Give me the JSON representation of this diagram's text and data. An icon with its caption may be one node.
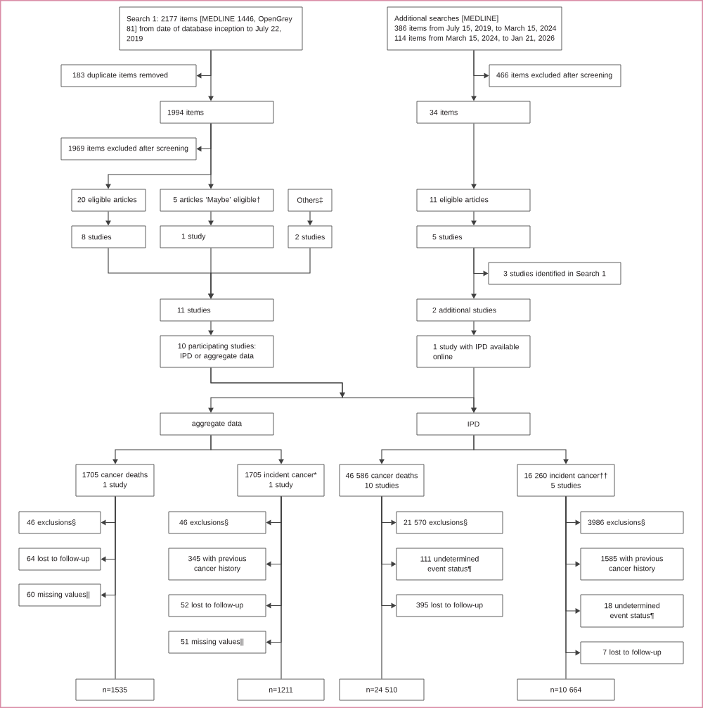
{
  "diagram": {
    "nodes": [
      {
        "text": [
          "Search 1: 2177 items [MEDLINE 1446, OpenGrey 81] from date of database inception to July 22, 2019"
        ]
      },
      {
        "text": [
          "Additional searches [MEDLINE]",
          "386 items from July 15, 2019, to March 15, 2024",
          "114 items from March 15, 2024, to Jan 21, 2026"
        ]
      },
      {
        "text": [
          "183 duplicate items removed"
        ]
      },
      {
        "text": [
          "1994 items"
        ]
      },
      {
        "text": [
          "1969 items excluded after screening"
        ]
      },
      {
        "text": [
          "20 eligible articles"
        ]
      },
      {
        "text": [
          "5 articles ‘Maybe’ eligible†"
        ]
      },
      {
        "text": [
          "Others‡"
        ]
      },
      {
        "text": [
          "8 studies"
        ]
      },
      {
        "text": [
          "1 study"
        ]
      },
      {
        "text": [
          "2 studies"
        ]
      },
      {
        "text": [
          "11 studies"
        ]
      },
      {
        "text": [
          "10 participating studies: IPD or aggregate data"
        ]
      },
      {
        "text": [
          "466 items excluded after screening"
        ]
      },
      {
        "text": [
          "34 items"
        ]
      },
      {
        "text": [
          "11 eligible articles"
        ]
      },
      {
        "text": [
          "5 studies"
        ]
      },
      {
        "text": [
          "3 studies identified in Search 1"
        ]
      },
      {
        "text": [
          "2 additional studies"
        ]
      },
      {
        "text": [
          "1 study with IPD available online"
        ]
      },
      {
        "text": [
          "aggregate data"
        ]
      },
      {
        "text": [
          "IPD"
        ]
      },
      {
        "text": [
          "1705 cancer deaths",
          "1 study"
        ]
      },
      {
        "text": [
          "1705 incident cancer*",
          "1 study"
        ]
      },
      {
        "text": [
          "46 586 cancer deaths",
          "10 studies"
        ]
      },
      {
        "text": [
          "16 260 incident cancer††",
          "5 studies"
        ]
      },
      {
        "text": [
          "46 exclusions§"
        ]
      },
      {
        "text": [
          "64 lost to follow-up"
        ]
      },
      {
        "text": [
          "60 missing values||"
        ]
      },
      {
        "text": [
          "46 exclusions§"
        ]
      },
      {
        "text": [
          "345 with previous cancer history"
        ]
      },
      {
        "text": [
          "52 lost to follow-up"
        ]
      },
      {
        "text": [
          "51 missing values||"
        ]
      },
      {
        "text": [
          "21 570 exclusions§"
        ]
      },
      {
        "text": [
          "111 undetermined event status¶"
        ]
      },
      {
        "text": [
          "395 lost to follow-up"
        ]
      },
      {
        "text": [
          "3986 exclusions§"
        ]
      },
      {
        "text": [
          "1585 with previous cancer history"
        ]
      },
      {
        "text": [
          "18 undetermined event status¶"
        ]
      },
      {
        "text": [
          "7 lost to follow-up"
        ]
      },
      {
        "text": [
          "n=1535"
        ]
      },
      {
        "text": [
          "n=1211"
        ]
      },
      {
        "text": [
          "n=24 510"
        ]
      },
      {
        "text": [
          "n=10 664"
        ]
      }
    ],
    "edges": [
      {
        "from": 0,
        "to": 2,
        "arrow": "to"
      },
      {
        "from": 0,
        "to": 3,
        "arrow": "to"
      },
      {
        "from": 1,
        "to": 13,
        "arrow": "to"
      },
      {
        "from": 1,
        "to": 14,
        "arrow": "to"
      },
      {
        "from": 3,
        "to": 4,
        "arrow": "to"
      },
      {
        "from": 3,
        "to": 5,
        "arrow": "to"
      },
      {
        "from": 3,
        "to": 6,
        "arrow": "to"
      },
      {
        "from": 14,
        "to": 15,
        "arrow": "to"
      },
      {
        "from": 5,
        "to": 8,
        "arrow": "to"
      },
      {
        "from": 6,
        "to": 9,
        "arrow": "to"
      },
      {
        "from": 7,
        "to": 10,
        "arrow": "to"
      },
      {
        "from": 15,
        "to": 16,
        "arrow": "to"
      },
      {
        "from": 8,
        "to": 11,
        "arrow": "to"
      },
      {
        "from": 9,
        "to": 11,
        "arrow": "to"
      },
      {
        "from": 10,
        "to": 11,
        "arrow": "to"
      },
      {
        "from": 16,
        "to": 17,
        "arrow": "to"
      },
      {
        "from": 16,
        "to": 18,
        "arrow": "to"
      },
      {
        "from": 11,
        "to": 12,
        "arrow": "to"
      },
      {
        "from": 18,
        "to": 19,
        "arrow": "to"
      },
      {
        "from": 12,
        "to": 20,
        "arrow": "to"
      },
      {
        "from": 12,
        "to": 21,
        "arrow": "to"
      },
      {
        "from": 19,
        "to": 21,
        "arrow": "to"
      },
      {
        "from": 20,
        "to": 22,
        "arrow": "to"
      },
      {
        "from": 20,
        "to": 23,
        "arrow": "to"
      },
      {
        "from": 21,
        "to": 24,
        "arrow": "to"
      },
      {
        "from": 21,
        "to": 25,
        "arrow": "to"
      },
      {
        "from": 22,
        "to": 26,
        "arrow": "to"
      },
      {
        "from": 22,
        "to": 27,
        "arrow": "to"
      },
      {
        "from": 22,
        "to": 28,
        "arrow": "to"
      },
      {
        "from": 22,
        "to": 40,
        "arrow": "none"
      },
      {
        "from": 23,
        "to": 29,
        "arrow": "to"
      },
      {
        "from": 23,
        "to": 30,
        "arrow": "to"
      },
      {
        "from": 23,
        "to": 31,
        "arrow": "to"
      },
      {
        "from": 23,
        "to": 32,
        "arrow": "to"
      },
      {
        "from": 23,
        "to": 41,
        "arrow": "none"
      },
      {
        "from": 24,
        "to": 33,
        "arrow": "to"
      },
      {
        "from": 24,
        "to": 34,
        "arrow": "to"
      },
      {
        "from": 24,
        "to": 35,
        "arrow": "to"
      },
      {
        "from": 24,
        "to": 42,
        "arrow": "none"
      },
      {
        "from": 25,
        "to": 36,
        "arrow": "to"
      },
      {
        "from": 25,
        "to": 37,
        "arrow": "to"
      },
      {
        "from": 25,
        "to": 38,
        "arrow": "to"
      },
      {
        "from": 25,
        "to": 39,
        "arrow": "to"
      },
      {
        "from": 25,
        "to": 43,
        "arrow": "none"
      }
    ]
  }
}
